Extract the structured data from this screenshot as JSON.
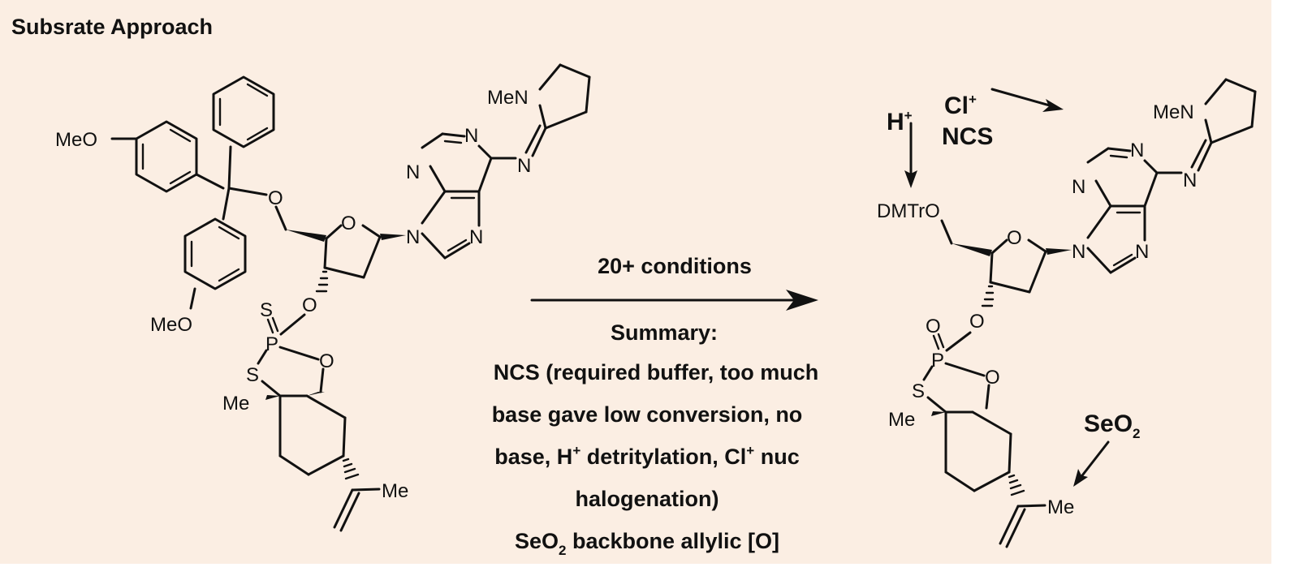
{
  "title": "Subsrate Approach",
  "sm": {
    "ome_top": "MeO",
    "ome_bottom": "MeO",
    "o_ether": "O",
    "o_ring": "O",
    "o_3p": "O",
    "s_thione": "S",
    "p": "P",
    "s_ring": "S",
    "o_ox": "O",
    "me_quat": "Me",
    "me_alkene": "Me",
    "n1": "N",
    "n3": "N",
    "n7": "N",
    "n9": "N",
    "n_imine": "N",
    "men": "MeN"
  },
  "arrow": {
    "top": "20+ conditions",
    "summary_title": "Summary:",
    "lines": [
      "NCS (required buffer, too much",
      "base gave low conversion, no",
      "base, H",
      "+",
      " detritylation, Cl",
      "+",
      " nuc",
      "halogenation)",
      "SeO",
      "2",
      " backbone allylic [O]"
    ]
  },
  "product": {
    "h_plus": "H",
    "h_plus_sup": "+",
    "cl_plus": "Cl",
    "cl_plus_sup": "+",
    "ncs": "NCS",
    "dmtro": "DMTrO",
    "o_ring": "O",
    "o_3p": "O",
    "o_oxo": "O",
    "p": "P",
    "s_ring": "S",
    "o_ox": "O",
    "me_quat": "Me",
    "me_alkene": "Me",
    "seo2": "SeO",
    "seo2_sub": "2",
    "n1": "N",
    "n3": "N",
    "n7": "N",
    "n9": "N",
    "n_imine": "N",
    "men": "MeN"
  }
}
